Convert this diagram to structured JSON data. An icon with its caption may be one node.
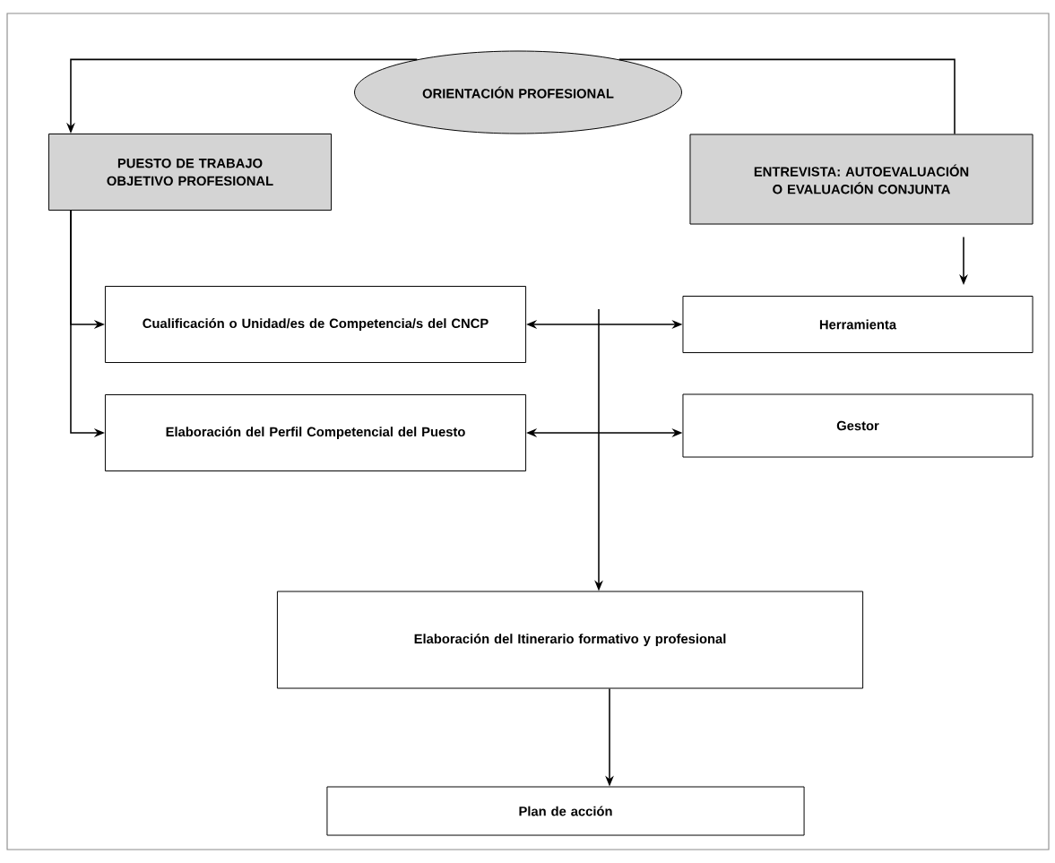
{
  "diagram": {
    "nodes": [
      {
        "text": [
          "ORIENTACIÓN PROFESIONAL"
        ]
      },
      {
        "text": [
          "PUESTO DE TRABAJO OBJETIVO PROFESIONAL"
        ]
      },
      {
        "text": [
          "ENTREVISTA: AUTOEVALUACIÓN O EVALUACIÓN CONJUNTA"
        ]
      },
      {
        "text": [
          "Cualificación o Unidad/es de Competencia/s del CNCP"
        ]
      },
      {
        "text": [
          "Herramienta"
        ]
      },
      {
        "text": [
          "Elaboración del Perfil Competencial del Puesto"
        ]
      },
      {
        "text": [
          "Gestor"
        ]
      },
      {
        "text": [
          "Elaboración del Itinerario formativo y profesional"
        ]
      },
      {
        "text": [
          "Plan de acción"
        ]
      }
    ],
    "edges": [
      {
        "from": 0,
        "to": 1,
        "arrow": "to"
      },
      {
        "from": 0,
        "to": 2,
        "arrow": "none"
      },
      {
        "from": 1,
        "to": 3,
        "arrow": "to"
      },
      {
        "from": 1,
        "to": 5,
        "arrow": "to"
      },
      {
        "from": 2,
        "to": 4,
        "arrow": "to"
      },
      {
        "from": 3,
        "to": 4,
        "arrow": "both"
      },
      {
        "from": 5,
        "to": 6,
        "arrow": "both"
      },
      {
        "from": null,
        "to": 7,
        "arrow": "to"
      },
      {
        "from": 7,
        "to": 8,
        "arrow": "to"
      }
    ]
  }
}
